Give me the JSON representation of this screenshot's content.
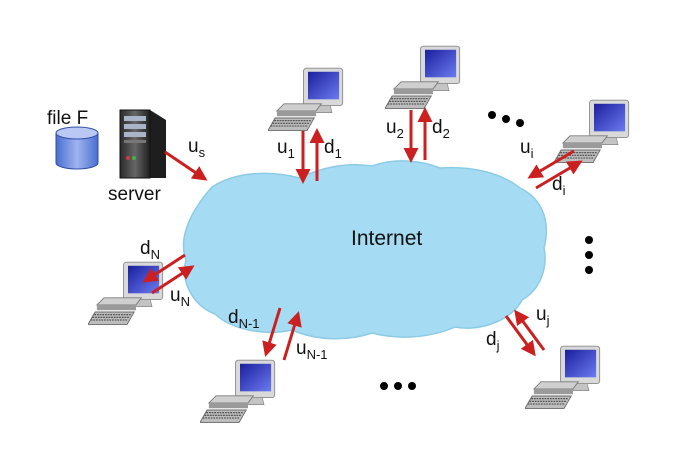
{
  "cloud": {
    "label": "Internet",
    "fill": "#a6dcf3",
    "stroke": "#8ccbe6"
  },
  "arrow_color": "#cc1f1f",
  "file": {
    "label": "file F",
    "color": "#5b7fd6"
  },
  "server": {
    "label": "server"
  },
  "labels": {
    "us": {
      "main": "u",
      "sub": "s"
    },
    "u1": {
      "main": "u",
      "sub": "1"
    },
    "d1": {
      "main": "d",
      "sub": "1"
    },
    "u2": {
      "main": "u",
      "sub": "2"
    },
    "d2": {
      "main": "d",
      "sub": "2"
    },
    "ui": {
      "main": "u",
      "sub": "i"
    },
    "di": {
      "main": "d",
      "sub": "i"
    },
    "dN": {
      "main": "d",
      "sub": "N"
    },
    "uN": {
      "main": "u",
      "sub": "N"
    },
    "dN1": {
      "main": "d",
      "sub": "N-1"
    },
    "uN1": {
      "main": "u",
      "sub": "N-1"
    },
    "uj": {
      "main": "u",
      "sub": "j"
    },
    "dj": {
      "main": "d",
      "sub": "j"
    }
  }
}
